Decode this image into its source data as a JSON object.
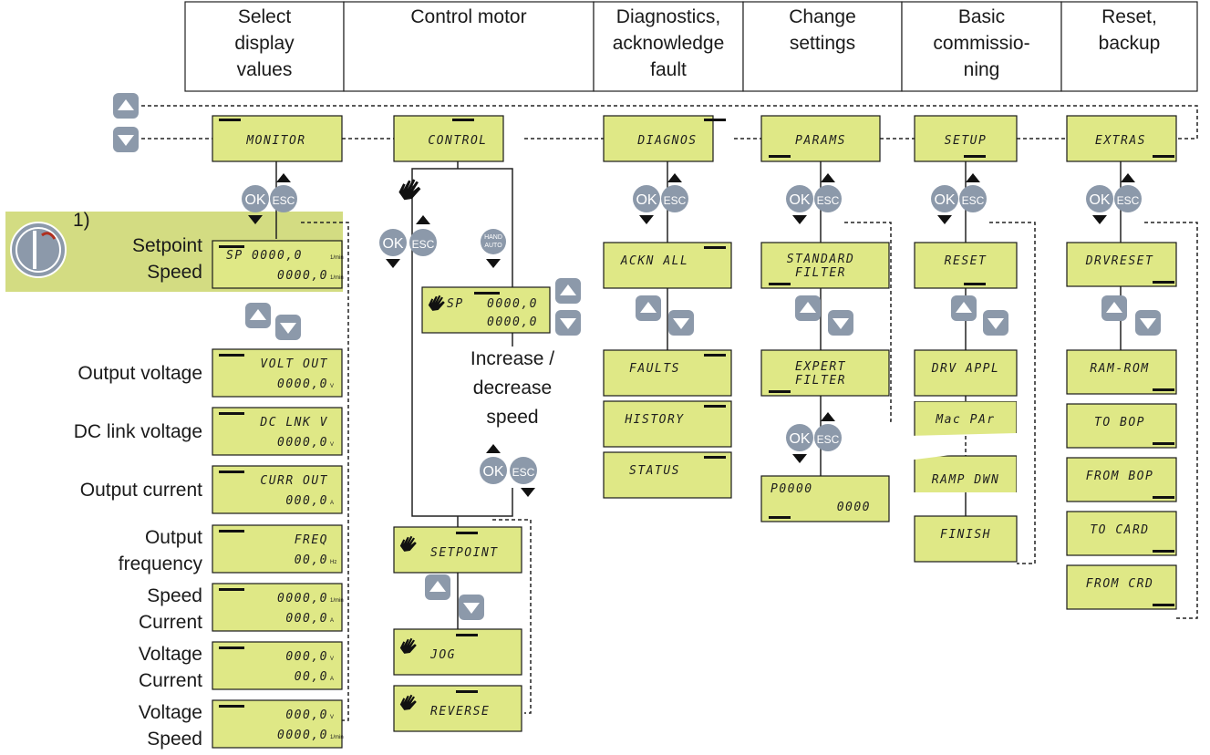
{
  "headers": [
    [
      "Select",
      "display",
      "values"
    ],
    [
      "Control motor"
    ],
    [
      "Diagnostics,",
      "acknowledge",
      "fault"
    ],
    [
      "Change",
      "settings"
    ],
    [
      "Basic",
      "commissio-",
      "ning"
    ],
    [
      "Reset,",
      "backup"
    ]
  ],
  "menus": [
    "MONITOR",
    "CONTROL",
    "DIAGNOS",
    "PARAMS",
    "SETUP",
    "EXTRAS"
  ],
  "buttons": {
    "ok": "OK",
    "esc": "ESC",
    "hand": "HAND",
    "auto": "AUTO"
  },
  "footnote": "1)",
  "monitor": {
    "items": [
      {
        "label": [
          "Setpoint",
          "Speed"
        ],
        "l1": "SP 0000,0",
        "u1": "1/min",
        "l2": "0000,0",
        "u2": "1/min"
      },
      {
        "label": [
          "Output voltage"
        ],
        "l1": "VOLT OUT",
        "u1": "",
        "l2": "0000,0",
        "u2": "V"
      },
      {
        "label": [
          "DC link voltage"
        ],
        "l1": "DC LNK V",
        "u1": "",
        "l2": "0000,0",
        "u2": "V"
      },
      {
        "label": [
          "Output current"
        ],
        "l1": "CURR OUT",
        "u1": "",
        "l2": "000,0",
        "u2": "A"
      },
      {
        "label": [
          "Output",
          "frequency"
        ],
        "l1": "FREQ",
        "u1": "",
        "l2": "00,0",
        "u2": "Hz"
      },
      {
        "label": [
          "Speed",
          "Current"
        ],
        "l1": "0000,0",
        "u1": "1/min",
        "l2": "000,0",
        "u2": "A"
      },
      {
        "label": [
          "Voltage",
          "Current"
        ],
        "l1": "000,0",
        "u1": "V",
        "l2": "00,0",
        "u2": "A"
      },
      {
        "label": [
          "Voltage",
          "Speed"
        ],
        "l1": "000,0",
        "u1": "V",
        "l2": "0000,0",
        "u2": "1/min"
      }
    ]
  },
  "control": {
    "sp_display": {
      "l1": "SP",
      "v1": "0000,0",
      "l2": "0000,0"
    },
    "increase_label": [
      "Increase /",
      "decrease",
      "speed"
    ],
    "items": [
      "SETPOINT",
      "JOG",
      "REVERSE"
    ]
  },
  "diagnos": {
    "items": [
      "ACKN ALL",
      "FAULTS",
      "HISTORY",
      "STATUS"
    ]
  },
  "params": {
    "items": [
      [
        "STANDARD",
        "FILTER"
      ],
      [
        "EXPERT",
        "FILTER"
      ]
    ],
    "param_display": {
      "l1": "P0000",
      "l2": "0000"
    }
  },
  "setup": {
    "items": [
      "RESET",
      "DRV APPL",
      "Mac PAr",
      "RAMP DWN",
      "FINISH"
    ]
  },
  "extras": {
    "items": [
      "DRVRESET",
      "RAM-ROM",
      "TO BOP",
      "FROM BOP",
      "TO CARD",
      "FROM CRD"
    ]
  },
  "colors": {
    "lcd": "#dfe886",
    "button": "#8c99aa",
    "highlight": "#d3dc82",
    "outline": "#1a1a1a"
  }
}
